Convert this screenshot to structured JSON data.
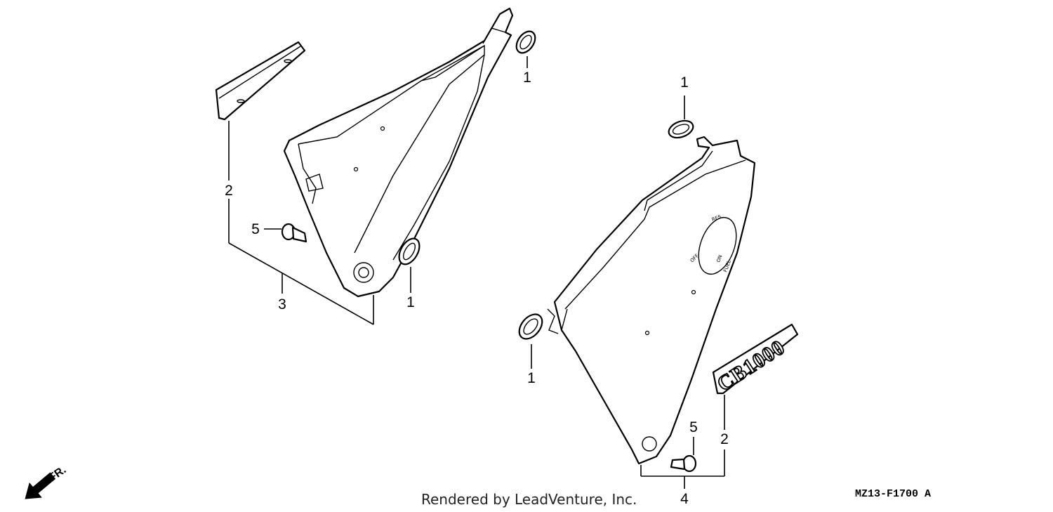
{
  "diagram": {
    "callouts": [
      {
        "id": "c1a",
        "label": "1"
      },
      {
        "id": "c1b",
        "label": "1"
      },
      {
        "id": "c1c",
        "label": "1"
      },
      {
        "id": "c1d",
        "label": "1"
      },
      {
        "id": "c2a",
        "label": "2"
      },
      {
        "id": "c2b",
        "label": "2"
      },
      {
        "id": "c3",
        "label": "3"
      },
      {
        "id": "c4",
        "label": "4"
      },
      {
        "id": "c5a",
        "label": "5"
      },
      {
        "id": "c5b",
        "label": "5"
      }
    ],
    "emblem_text": "CB1000",
    "fuel_marks": {
      "res": "RES",
      "on": "ON",
      "fuel": "FUEL",
      "off": "OFF"
    },
    "direction_label": "FR.",
    "footer": {
      "credit": "Rendered by LeadVenture, Inc.",
      "diagram_code": "MZ13-F1700 A"
    }
  }
}
